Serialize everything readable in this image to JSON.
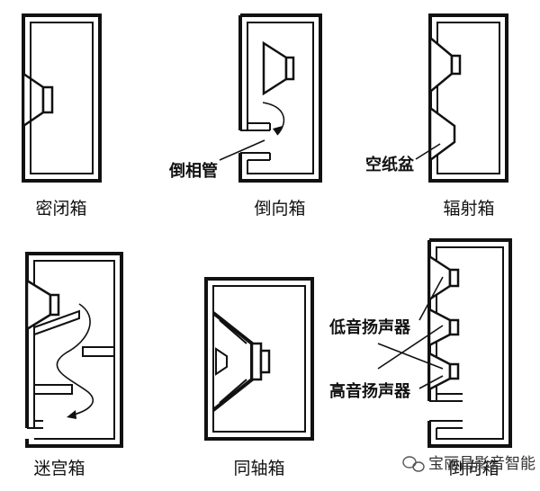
{
  "captions": {
    "closed_box": "密闭箱",
    "bass_reflex": "倒向箱",
    "passive_radiator": "辐射箱",
    "labyrinth": "迷宫箱",
    "coaxial": "同轴箱",
    "reflex_multi": "倒向箱"
  },
  "callouts": {
    "port_tube": "倒相管",
    "passive_cone": "空纸盆",
    "woofer": "低音扬声器",
    "tweeter": "高音扬声器"
  },
  "watermark": {
    "text": "宝丽昌影音智能",
    "icon": "wechat-icon"
  }
}
